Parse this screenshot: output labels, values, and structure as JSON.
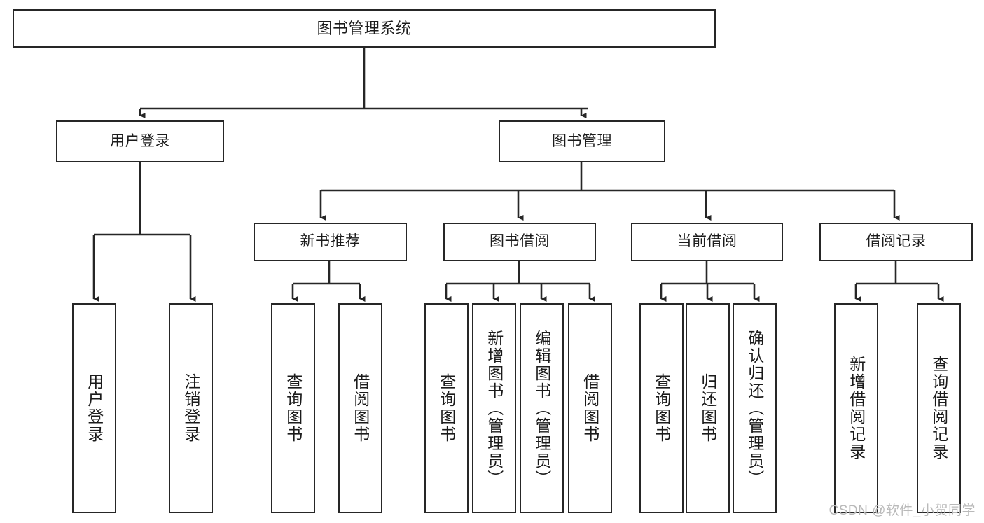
{
  "diagram": {
    "title": "图书管理系统",
    "type": "tree",
    "watermark": "CSDN @软件_小贺同学",
    "line_color": "#262626",
    "box_fill": "#ffffff",
    "text_color": "#1b1b1b",
    "nodes": {
      "root": {
        "label": "图书管理系统"
      },
      "level2": [
        {
          "label": "用户登录"
        },
        {
          "label": "图书管理"
        }
      ],
      "level3": [
        {
          "label": "新书推荐"
        },
        {
          "label": "图书借阅"
        },
        {
          "label": "当前借阅"
        },
        {
          "label": "借阅记录"
        }
      ],
      "leaves": {
        "user_login": [
          {
            "label": "用户登录"
          },
          {
            "label": "注销登录"
          }
        ],
        "new_book_recommend": [
          {
            "label": "查询图书"
          },
          {
            "label": "借阅图书"
          }
        ],
        "book_borrow": [
          {
            "label": "查询图书"
          },
          {
            "label": "新增图书（管理员）"
          },
          {
            "label": "编辑图书（管理员）"
          },
          {
            "label": "借阅图书"
          }
        ],
        "current_borrow": [
          {
            "label": "查询图书"
          },
          {
            "label": "归还图书"
          },
          {
            "label": "确认归还（管理员）"
          }
        ],
        "borrow_record": [
          {
            "label": "新增借阅记录"
          },
          {
            "label": "查询借阅记录"
          }
        ]
      }
    }
  }
}
